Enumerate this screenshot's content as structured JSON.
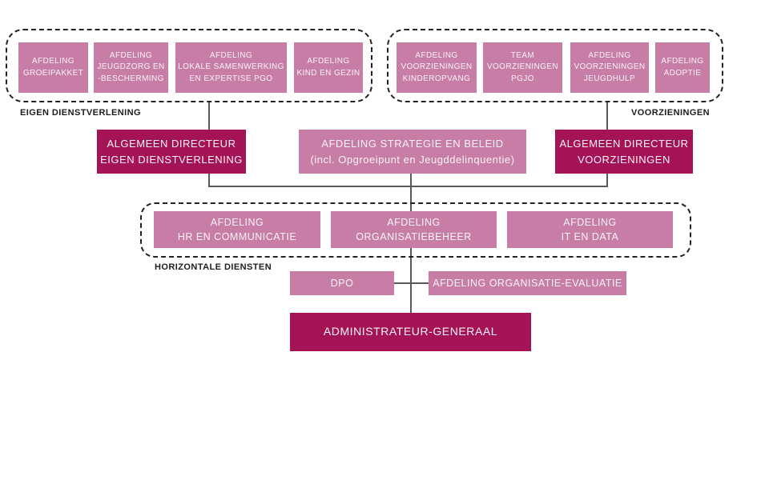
{
  "colors": {
    "box_pink": "#c77da5",
    "box_dark_magenta": "#a41356",
    "connector_line": "#59595b",
    "dashed_border": "#262221",
    "label_text": "#1f1c1c",
    "box_text": "#faf3f7"
  },
  "sections": {
    "eigen_dienstverlening": {
      "label": "EIGEN DIENSTVERLENING",
      "boxes": [
        {
          "text": "AFDELING\nGROEIPAKKET"
        },
        {
          "text": "AFDELING\nJEUGDZORG EN\n-BESCHERMING"
        },
        {
          "text": "AFDELING\nLOKALE SAMENWERKING\nEN EXPERTISE PGO"
        },
        {
          "text": "AFDELING\nKIND EN GEZIN"
        }
      ]
    },
    "voorzieningen": {
      "label": "VOORZIENINGEN",
      "boxes": [
        {
          "text": "AFDELING\nVOORZIENINGEN\nKINDEROPVANG"
        },
        {
          "text": "TEAM\nVOORZIENINGEN\nPGJO"
        },
        {
          "text": "AFDELING\nVOORZIENINGEN\nJEUGDHULP"
        },
        {
          "text": "AFDELING\nADOPTIE"
        }
      ]
    },
    "directie": {
      "algemeen_directeur_eigen": "ALGEMEEN DIRECTEUR\nEIGEN DIENSTVERLENING",
      "strategie_en_beleid": "AFDELING STRATEGIE EN BELEID\n(incl. Opgroeipunt en Jeugddelinquentie)",
      "algemeen_directeur_voorzieningen": "ALGEMEEN DIRECTEUR\nVOORZIENINGEN"
    },
    "horizontale_diensten": {
      "label": "HORIZONTALE DIENSTEN",
      "boxes": [
        {
          "text": "AFDELING\nHR EN COMMUNICATIE"
        },
        {
          "text": "AFDELING\nORGANISATIEBEHEER"
        },
        {
          "text": "AFDELING\nIT EN DATA"
        }
      ]
    },
    "staf": {
      "dpo": "DPO",
      "organisatie_evaluatie": "AFDELING ORGANISATIE-EVALUATIE"
    },
    "administrateur_generaal": "ADMINISTRATEUR-GENERAAL"
  }
}
